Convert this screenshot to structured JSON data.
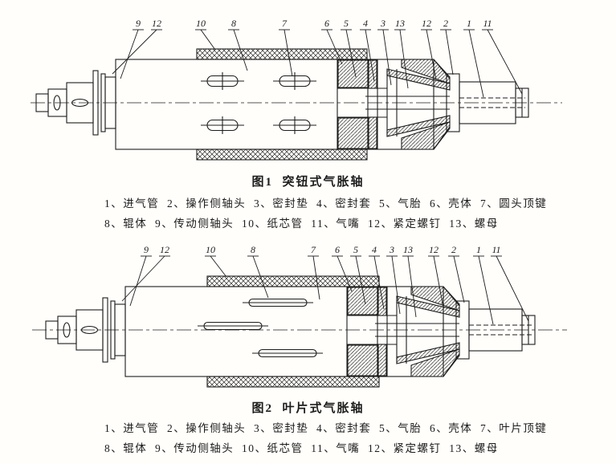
{
  "document": {
    "colors": {
      "ink": "#1c1c1c",
      "paper": "#fffefb"
    }
  },
  "fig1": {
    "caption": "图1  突钮式气胀轴",
    "parts_line1": "1、进气管  2、操作侧轴头  3、密封垫  4、密封套  5、气胎  6、壳体  7、圆头顶键",
    "parts_line2": "8、辊体  9、传动侧轴头  10、纸芯管  11、气嘴  12、紧定螺钉  13、螺母",
    "callouts": [
      "9",
      "12",
      "10",
      "8",
      "7",
      "6",
      "5",
      "4",
      "3",
      "13",
      "12",
      "2",
      "1",
      "11"
    ]
  },
  "fig2": {
    "caption": "图2  叶片式气胀轴",
    "parts_line1": "1、进气管  2、操作侧轴头  3、密封垫  4、密封套  5、气胎  6、壳体  7、叶片顶键",
    "parts_line2": "8、辊体  9、传动侧轴头  10、纸芯管  11、气嘴  12、紧定螺钉  13、螺母",
    "callouts": [
      "9",
      "12",
      "10",
      "8",
      "7",
      "6",
      "5",
      "4",
      "3",
      "13",
      "12",
      "2",
      "1",
      "11"
    ]
  }
}
